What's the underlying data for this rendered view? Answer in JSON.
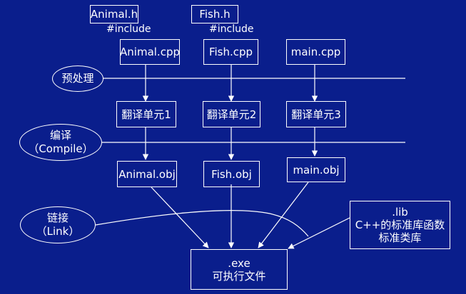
{
  "headers": {
    "animal_h": "Animal.h",
    "fish_h": "Fish.h"
  },
  "include_labels": [
    "#include",
    "#include"
  ],
  "sources": [
    "Animal.cpp",
    "Fish.cpp",
    "main.cpp"
  ],
  "units": [
    "翻译单元1",
    "翻译单元2",
    "翻译单元3"
  ],
  "objects": [
    "Animal.obj",
    "Fish.obj",
    "main.obj"
  ],
  "stages": {
    "preprocess": "预处理",
    "compile": {
      "line1": "编译",
      "line2": "（Compile）"
    },
    "link": {
      "line1": "链接",
      "line2": "（Link）"
    }
  },
  "library": {
    "line1": ".lib",
    "line2": "C++的标准库函数",
    "line3": "标准类库"
  },
  "output": {
    "line1": ".exe",
    "line2": "可执行文件"
  },
  "colors": {
    "background": "#0a1e8c",
    "stroke": "#ffffff"
  }
}
